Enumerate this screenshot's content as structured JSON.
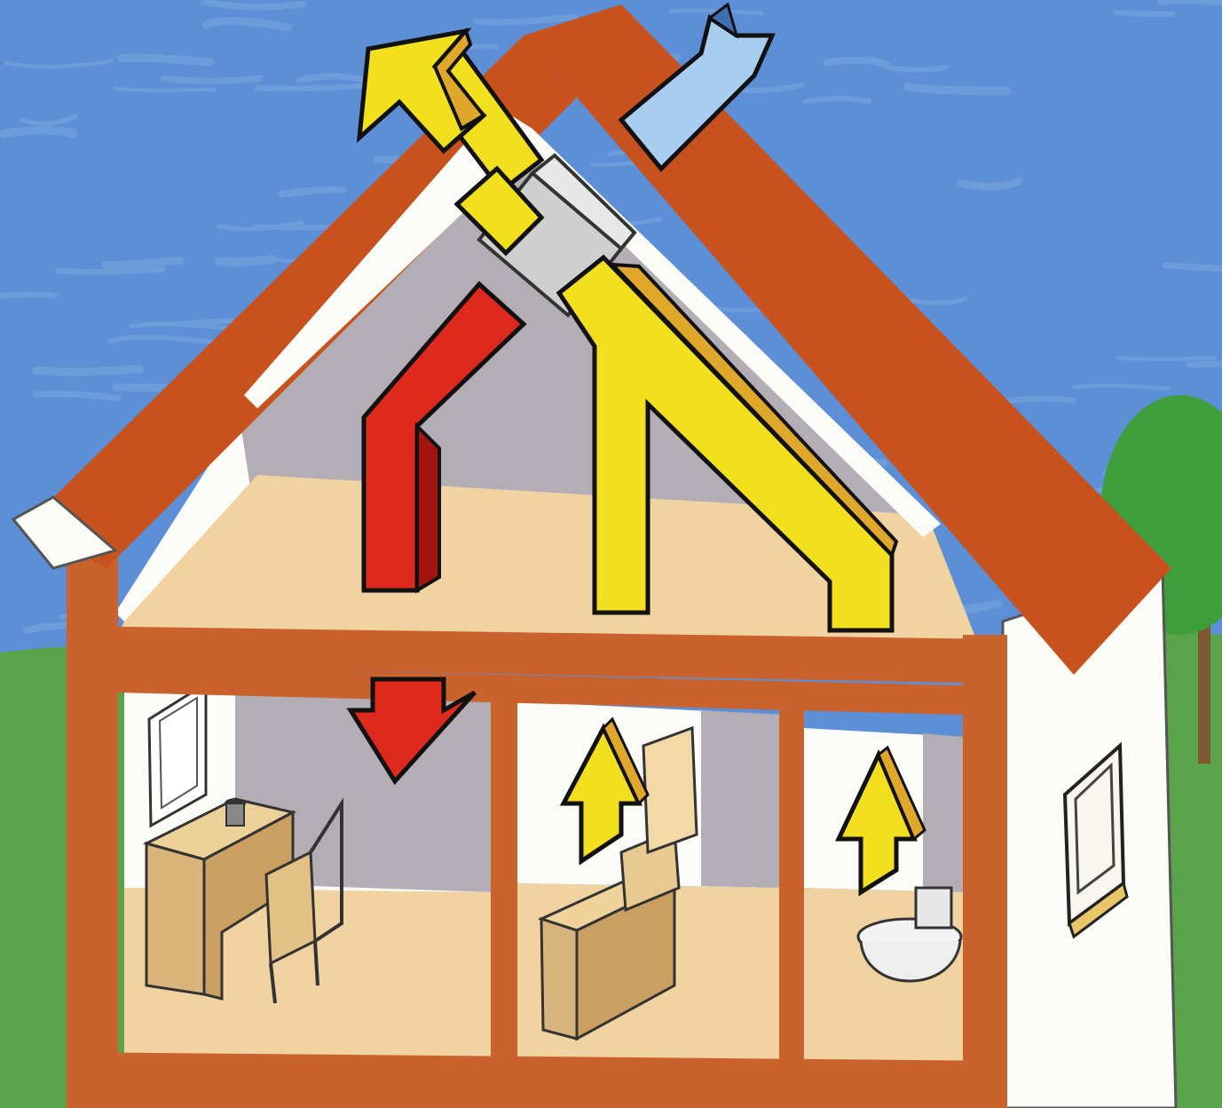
{
  "colors": {
    "sky": "#5c8fd6",
    "sky_light": "#8fb4e6",
    "grass": "#5aa34a",
    "grass_dark": "#3f8a38",
    "tree": "#3f9e3c",
    "roof": "#c8521e",
    "roof_edge": "#9e3a14",
    "wall_white": "#fbfbf7",
    "attic_wall": "#b3adb5",
    "floor_beige": "#f0d3a0",
    "beam": "#c9622c",
    "exhaust_yellow": "#f2df1e",
    "exhaust_shade": "#e0a82a",
    "supply_red": "#dd2a1c",
    "supply_shade": "#a31410",
    "fresh_air_blue": "#a9cdef",
    "fresh_air_dark": "#3e6fb0",
    "ventilation_unit": "#cfcfcf",
    "furniture": "#e6c58a",
    "outline": "#1a1a1a"
  },
  "icons": {
    "exhaust_outlet": "up-left-arrow",
    "fresh_air_inlet": "down-left-arrow",
    "supply_living_room": "down-arrow",
    "extract_kitchen": "up-arrow",
    "extract_bathroom": "up-arrow"
  }
}
